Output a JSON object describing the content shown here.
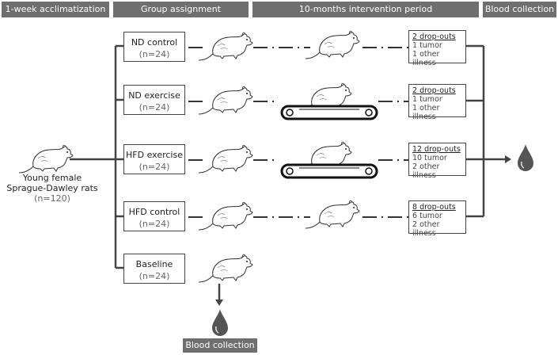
{
  "headers": {
    "acclimatization": "1-week acclimatization",
    "group_assignment": "Group assignment",
    "intervention": "10-months intervention period",
    "blood_collection": "Blood collection"
  },
  "source": {
    "line1": "Young female",
    "line2": "Sprague-Dawley rats",
    "n": "(n=120)"
  },
  "groups": [
    {
      "name": "ND control",
      "n": "(n=24)"
    },
    {
      "name": "ND exercise",
      "n": "(n=24)"
    },
    {
      "name": "HFD exercise",
      "n": "(n=24)"
    },
    {
      "name": "HFD control",
      "n": "(n=24)"
    },
    {
      "name": "Baseline",
      "n": "(n=24)"
    }
  ],
  "dropouts": [
    {
      "title": "2 drop-outs",
      "tumor": "1 tumor",
      "other": "1 other illness"
    },
    {
      "title": "2 drop-outs",
      "tumor": "1 tumor",
      "other": "1 other illness"
    },
    {
      "title": "12 drop-outs",
      "tumor": "10 tumor",
      "other": "2 other illness"
    },
    {
      "title": "8 drop-outs",
      "tumor": "6 tumor",
      "other": "2 other illness"
    }
  ],
  "baseline_blood_collection": "Blood collection",
  "colors": {
    "header_bg": "#6f6f6f",
    "line": "#444444",
    "drop": "#555555"
  }
}
